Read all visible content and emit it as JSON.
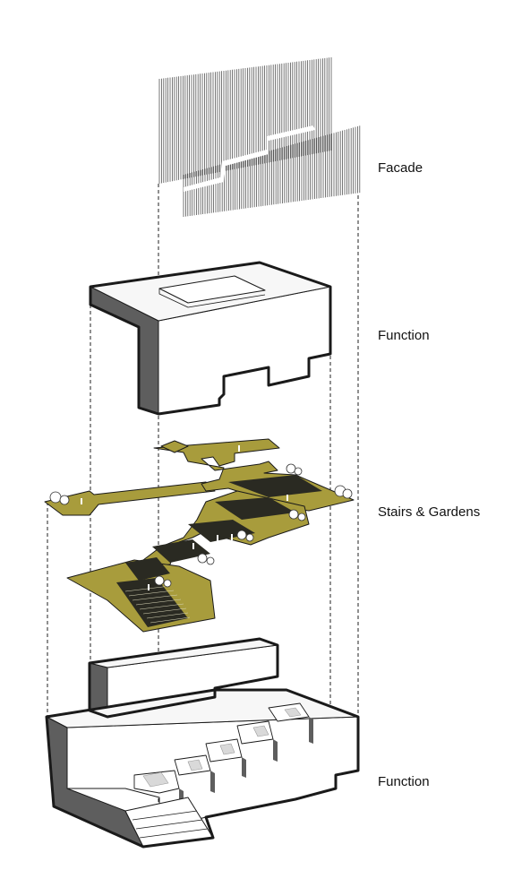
{
  "labels": {
    "facade": "Facade",
    "function_top": "Function",
    "stairs_gardens": "Stairs & Gardens",
    "function_bottom": "Function"
  },
  "colors": {
    "garden": "#a89c3c",
    "garden_dark": "#6f6a2c",
    "stair": "#2a2a22",
    "wall_shadow": "#5e5e5e",
    "wall_light": "#f2f2f2",
    "outline": "#1a1a1a"
  },
  "icons": {
    "tree": "round-tree-icon",
    "person": "person-figure-icon"
  }
}
